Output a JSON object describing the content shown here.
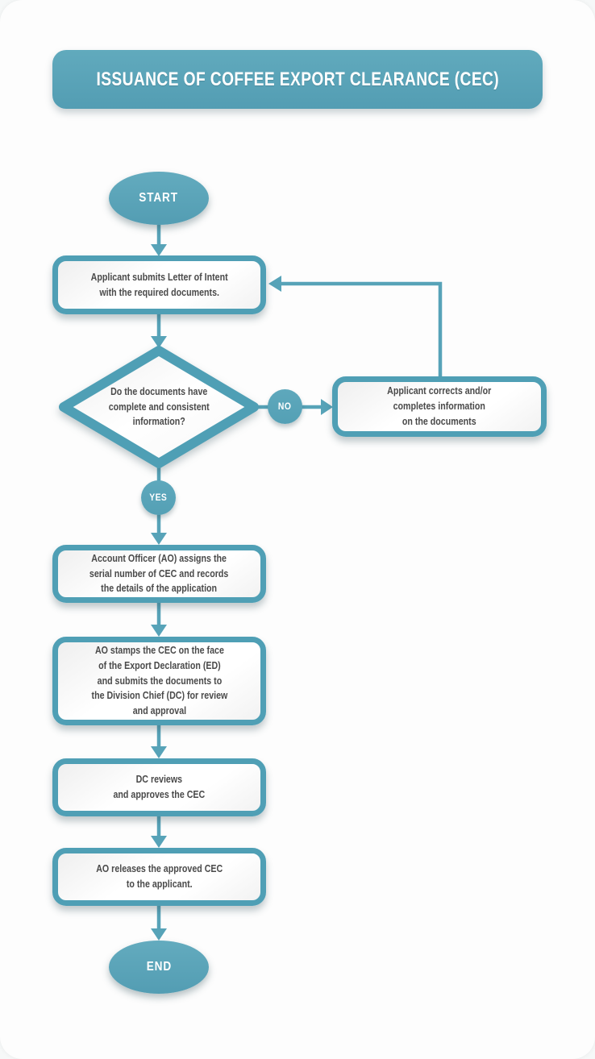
{
  "title": "ISSUANCE OF COFFEE EXPORT CLEARANCE (CEC)",
  "colors": {
    "accent_teal": "#57a3b8",
    "node_border": "#4f9fb5",
    "node_fill": "#ffffff",
    "text_gray": "#4a4a4a"
  },
  "flow": {
    "start_label": "START",
    "end_label": "END",
    "no_label": "NO",
    "yes_label": "YES",
    "steps": {
      "submit": "Applicant submits Letter of Intent\nwith the required documents.",
      "decision": "Do the documents have\ncomplete and consistent\ninformation?",
      "correct": "Applicant corrects and/or\ncompletes information\non the documents",
      "assign": "Account Officer (AO) assigns the\nserial number of CEC and records\nthe details of the application",
      "stamp": "AO stamps the CEC on the face\nof the Export Declaration (ED)\nand submits the documents to\nthe Division Chief (DC) for review\nand approval",
      "review": "DC reviews\nand approves the CEC",
      "release": "AO releases the approved CEC\nto the applicant."
    }
  }
}
